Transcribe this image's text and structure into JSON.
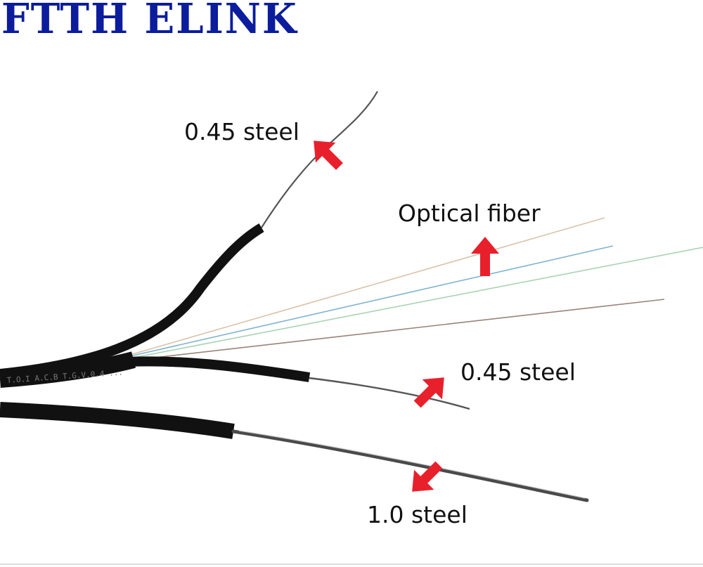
{
  "brand": {
    "text": "FTTH ELINK"
  },
  "labels": {
    "top_steel": "0.45 steel",
    "optical_fiber": "Optical fiber",
    "mid_steel": "0.45 steel",
    "bottom_steel": "1.0 steel"
  },
  "colors": {
    "brand": "#0b1c9c",
    "arrow": "#e8202c",
    "cable_jacket": "#111111",
    "fiber_tan": "#d9c2a8",
    "fiber_blue": "#7fb3cf",
    "fiber_green": "#a9d3b4",
    "fiber_brown": "#9a8478"
  },
  "icons": {
    "arrows": [
      "red-arrow-icon",
      "red-arrow-icon",
      "red-arrow-icon",
      "red-arrow-icon"
    ]
  }
}
